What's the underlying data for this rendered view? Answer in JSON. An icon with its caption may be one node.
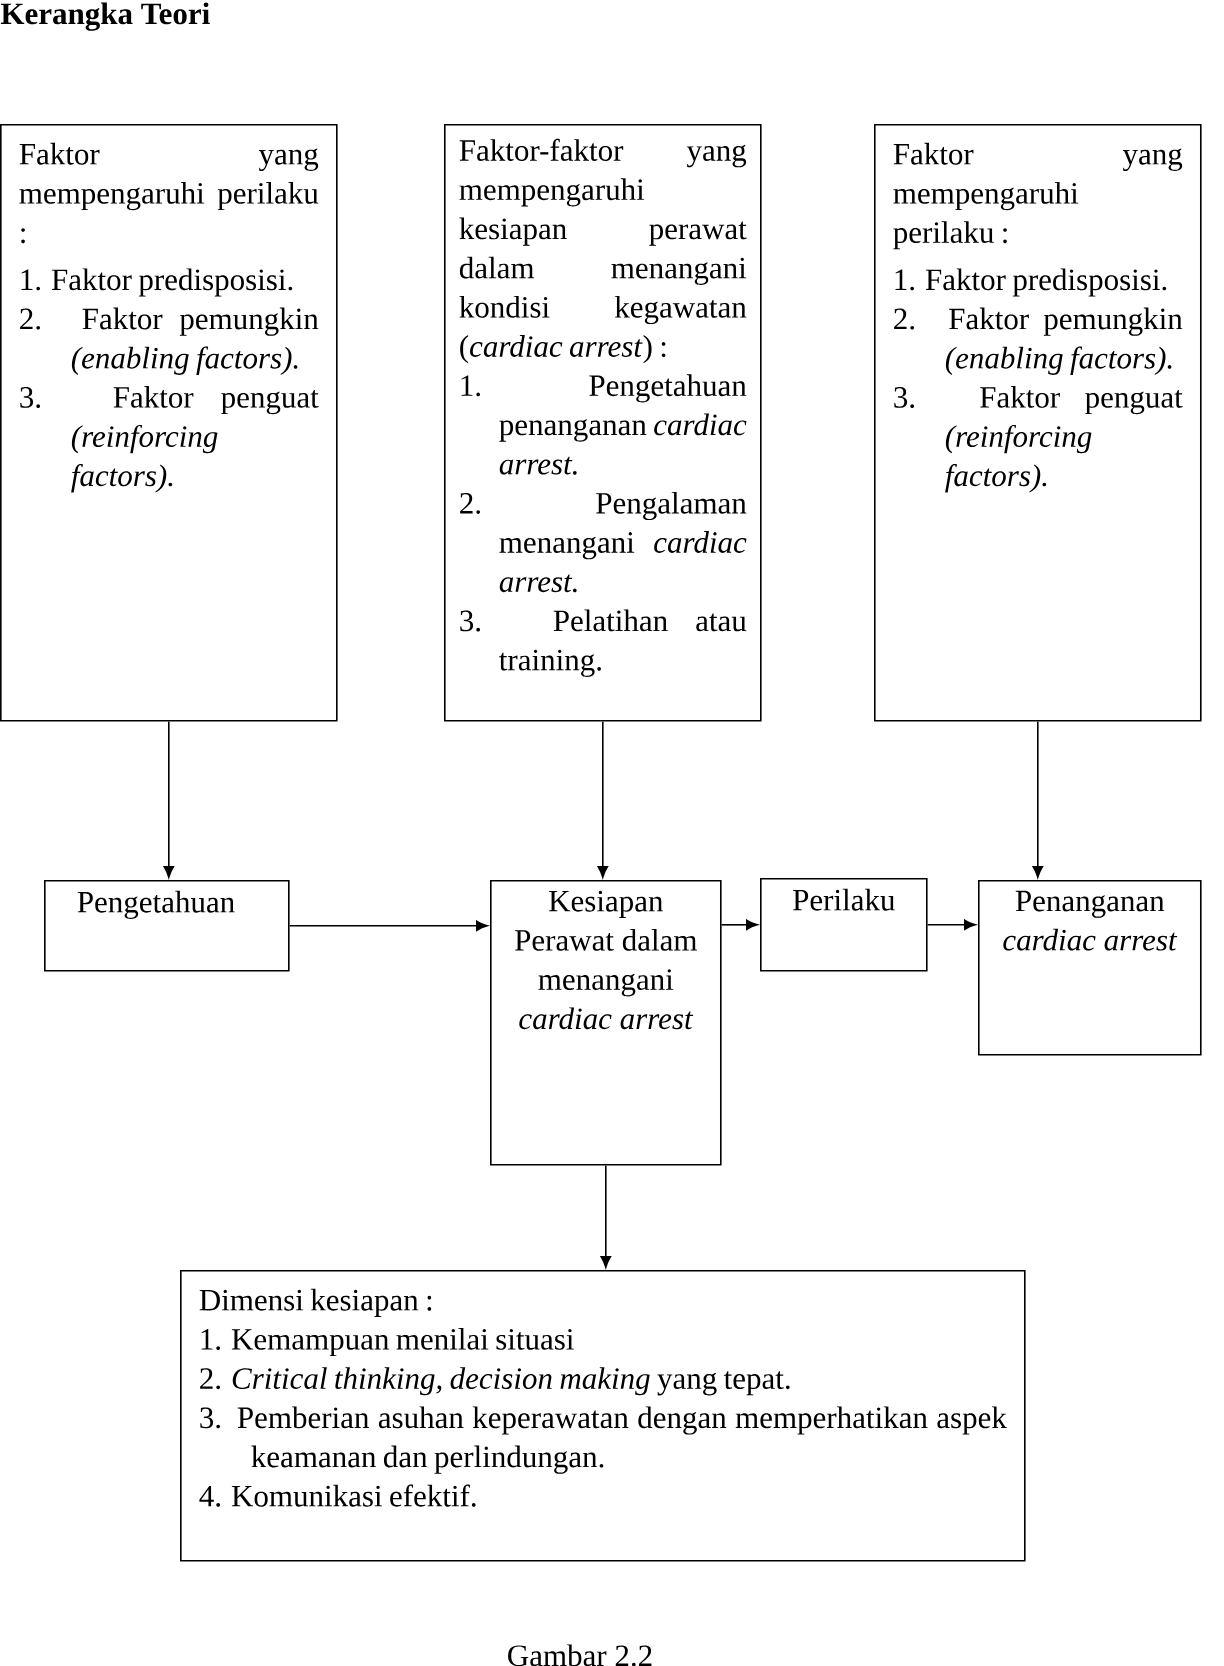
{
  "diagram": {
    "title": "Kerangka Teori",
    "caption": "Gambar 2.2",
    "nodes": [
      {
        "text": [
          "Faktor yang mempengaruhi perilaku :",
          "1. Faktor predisposisi.",
          "2. Faktor pemungkin *(enabling factors).*",
          "3. Faktor penguat *(reinforcing factors).*"
        ]
      },
      {
        "text": [
          "Faktor-faktor yang mempengaruhi kesiapan perawat dalam menangani kondisi kegawatan (*cardiac arrest*) :",
          "1. Pengetahuan penanganan *cardiac arrest.*",
          "2. Pengalaman menangani *cardiac arrest.*",
          "3. Pelatihan atau training."
        ]
      },
      {
        "text": [
          "Faktor yang mempengaruhi perilaku :",
          "1. Faktor predisposisi.",
          "2. Faktor pemungkin *(enabling factors).*",
          "3. Faktor penguat *(reinforcing factors).*"
        ]
      },
      {
        "text": [
          "Pengetahuan"
        ]
      },
      {
        "text": [
          "Kesiapan Perawat dalam menangani *cardiac arrest*"
        ]
      },
      {
        "text": [
          "Perilaku"
        ]
      },
      {
        "text": [
          "Penanganan *cardiac arrest*"
        ]
      },
      {
        "text": [
          "Dimensi kesiapan :",
          "1. Kemampuan menilai situasi",
          "2. *Critical thinking, decision making* yang tepat.",
          "3. Pemberian asuhan keperawatan dengan memperhatikan aspek keamanan dan perlindungan.",
          "4. Komunikasi efektif."
        ]
      }
    ],
    "edges": [
      {
        "from": 0,
        "to": 3,
        "arrow": "to"
      },
      {
        "from": 1,
        "to": 4,
        "arrow": "to"
      },
      {
        "from": 2,
        "to": 6,
        "arrow": "to"
      },
      {
        "from": 3,
        "to": 4,
        "arrow": "to"
      },
      {
        "from": 4,
        "to": 5,
        "arrow": "to"
      },
      {
        "from": 5,
        "to": 6,
        "arrow": "to"
      },
      {
        "from": 4,
        "to": 7,
        "arrow": "to"
      }
    ]
  }
}
